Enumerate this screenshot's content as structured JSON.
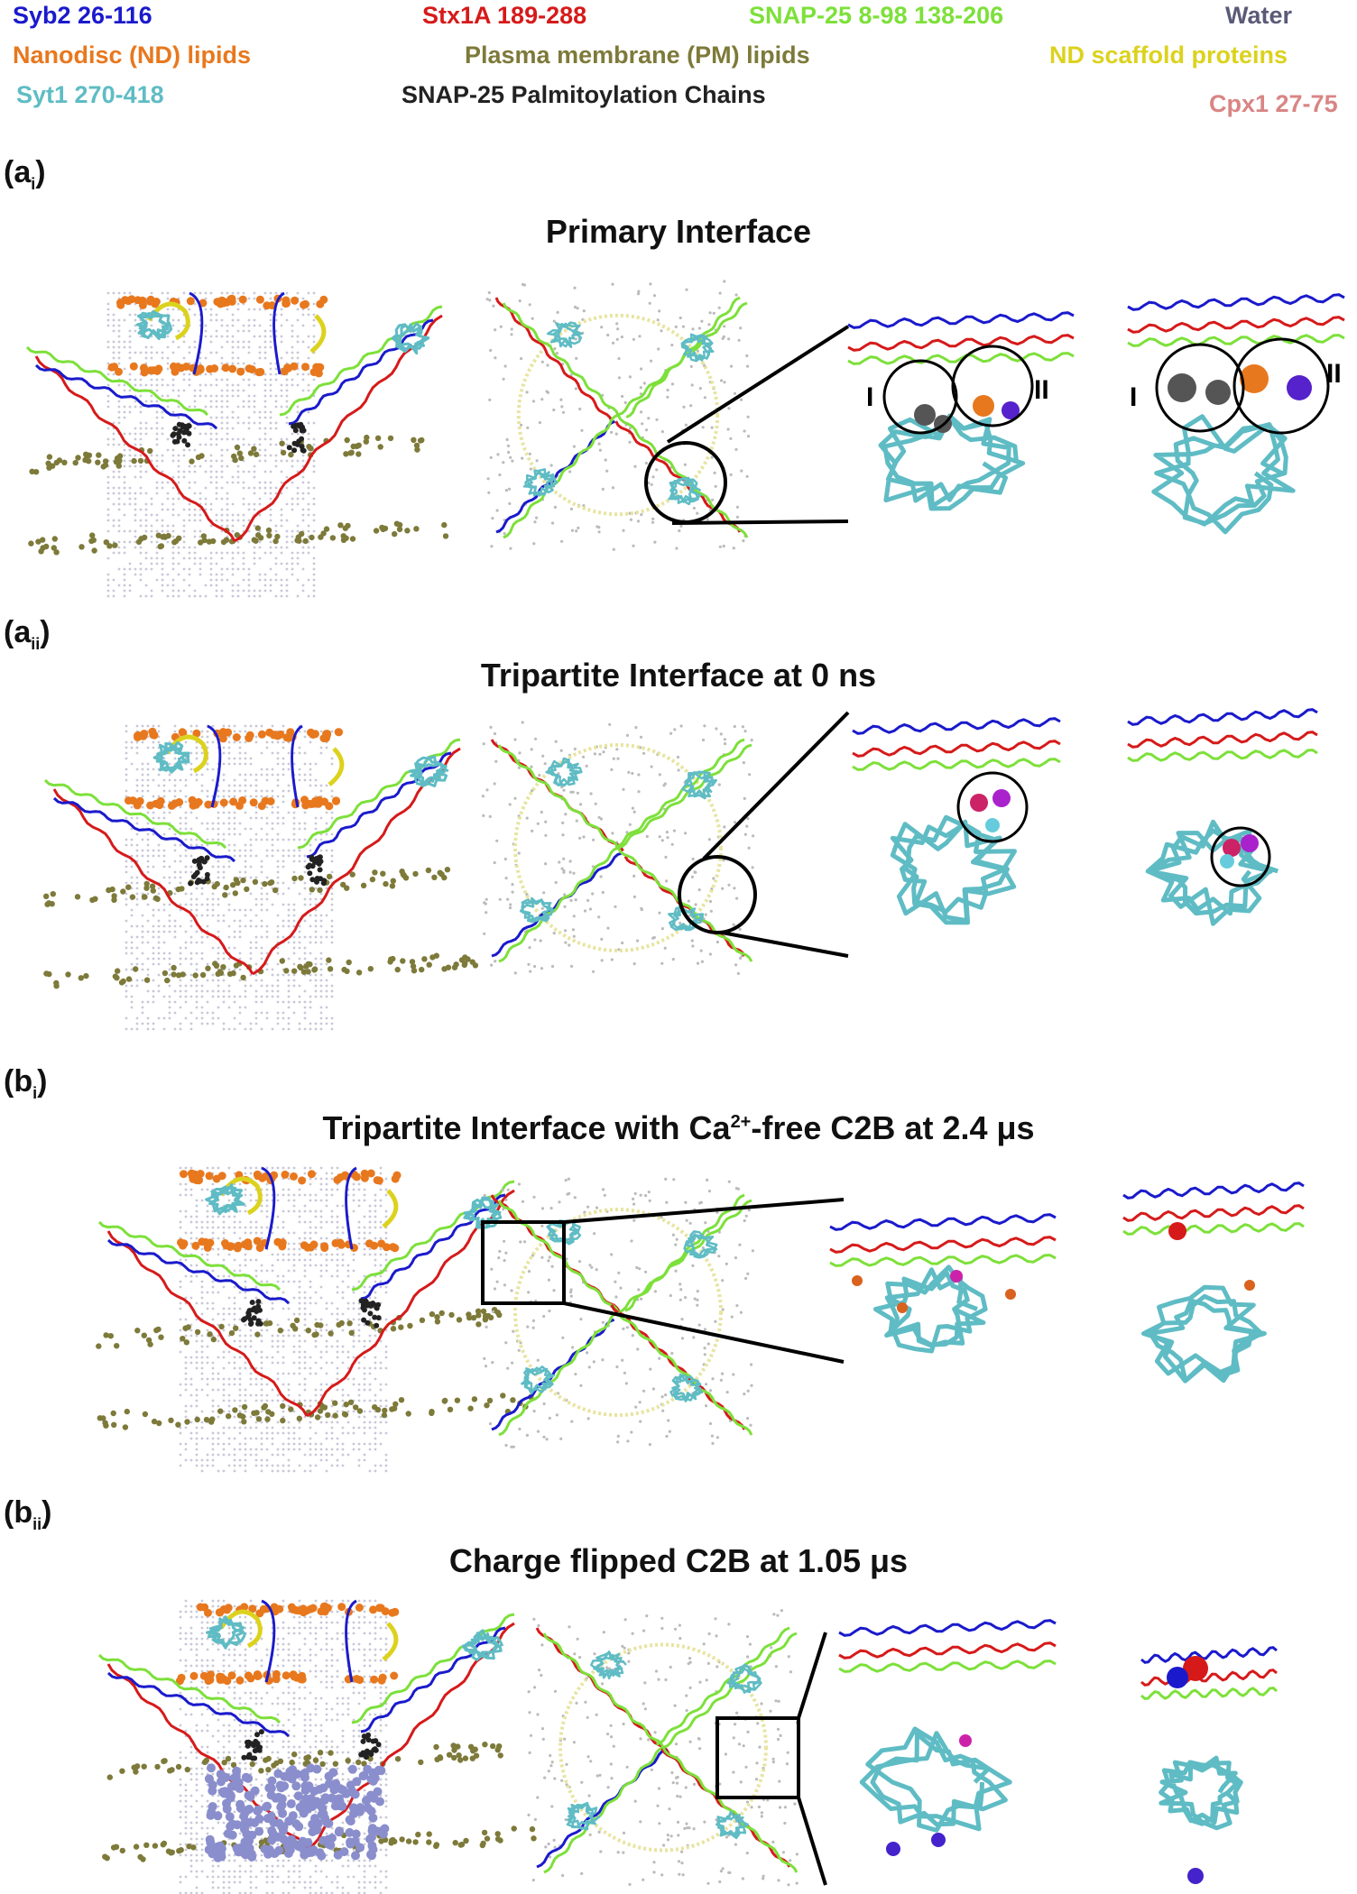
{
  "legend": [
    {
      "label": "Syb2 26-116",
      "color": "#1a1acc"
    },
    {
      "label": "Stx1A 189-288",
      "color": "#d61a1a"
    },
    {
      "label": "SNAP-25 8-98 138-206",
      "color": "#7de03a"
    },
    {
      "label": "Water",
      "color": "#5a5a78"
    },
    {
      "label": "Nanodisc (ND) lipids",
      "color": "#e8781e"
    },
    {
      "label": "Plasma membrane (PM) lipids",
      "color": "#7d7a3a"
    },
    {
      "label": "ND scaffold proteins",
      "color": "#dcd21e"
    },
    {
      "label": "Syt1 270-418",
      "color": "#5fbcc4"
    },
    {
      "label": "SNAP-25 Palmitoylation Chains",
      "color": "#222222"
    },
    {
      "label": "Cpx1 27-75",
      "color": "#d98585"
    }
  ],
  "panels": [
    {
      "label_main": "(a",
      "label_sub": "i",
      "label_close": ")",
      "title": "Primary Interface",
      "roman_left": "I",
      "roman_right": "II"
    },
    {
      "label_main": "(a",
      "label_sub": "ii",
      "label_close": ")",
      "title": "Tripartite Interface at 0 ns"
    },
    {
      "label_main": "(b",
      "label_sub": "i",
      "label_close": ")",
      "title_pre": "Tripartite Interface with Ca",
      "title_sup": "2+",
      "title_post": "-free C2B at 2.4 μs"
    },
    {
      "label_main": "(b",
      "label_sub": "ii",
      "label_close": ")",
      "title": "Charge flipped C2B at 1.05 μs"
    }
  ],
  "colors": {
    "syb2": "#1a1acc",
    "stx": "#d61a1a",
    "snap": "#7de03a",
    "syt": "#5fbcc4",
    "nd": "#e8781e",
    "pm": "#7d7a3a",
    "scaffold": "#dcd21e",
    "palm": "#222222",
    "cpx": "#e8a8a8",
    "water": "#c8c8d8"
  }
}
